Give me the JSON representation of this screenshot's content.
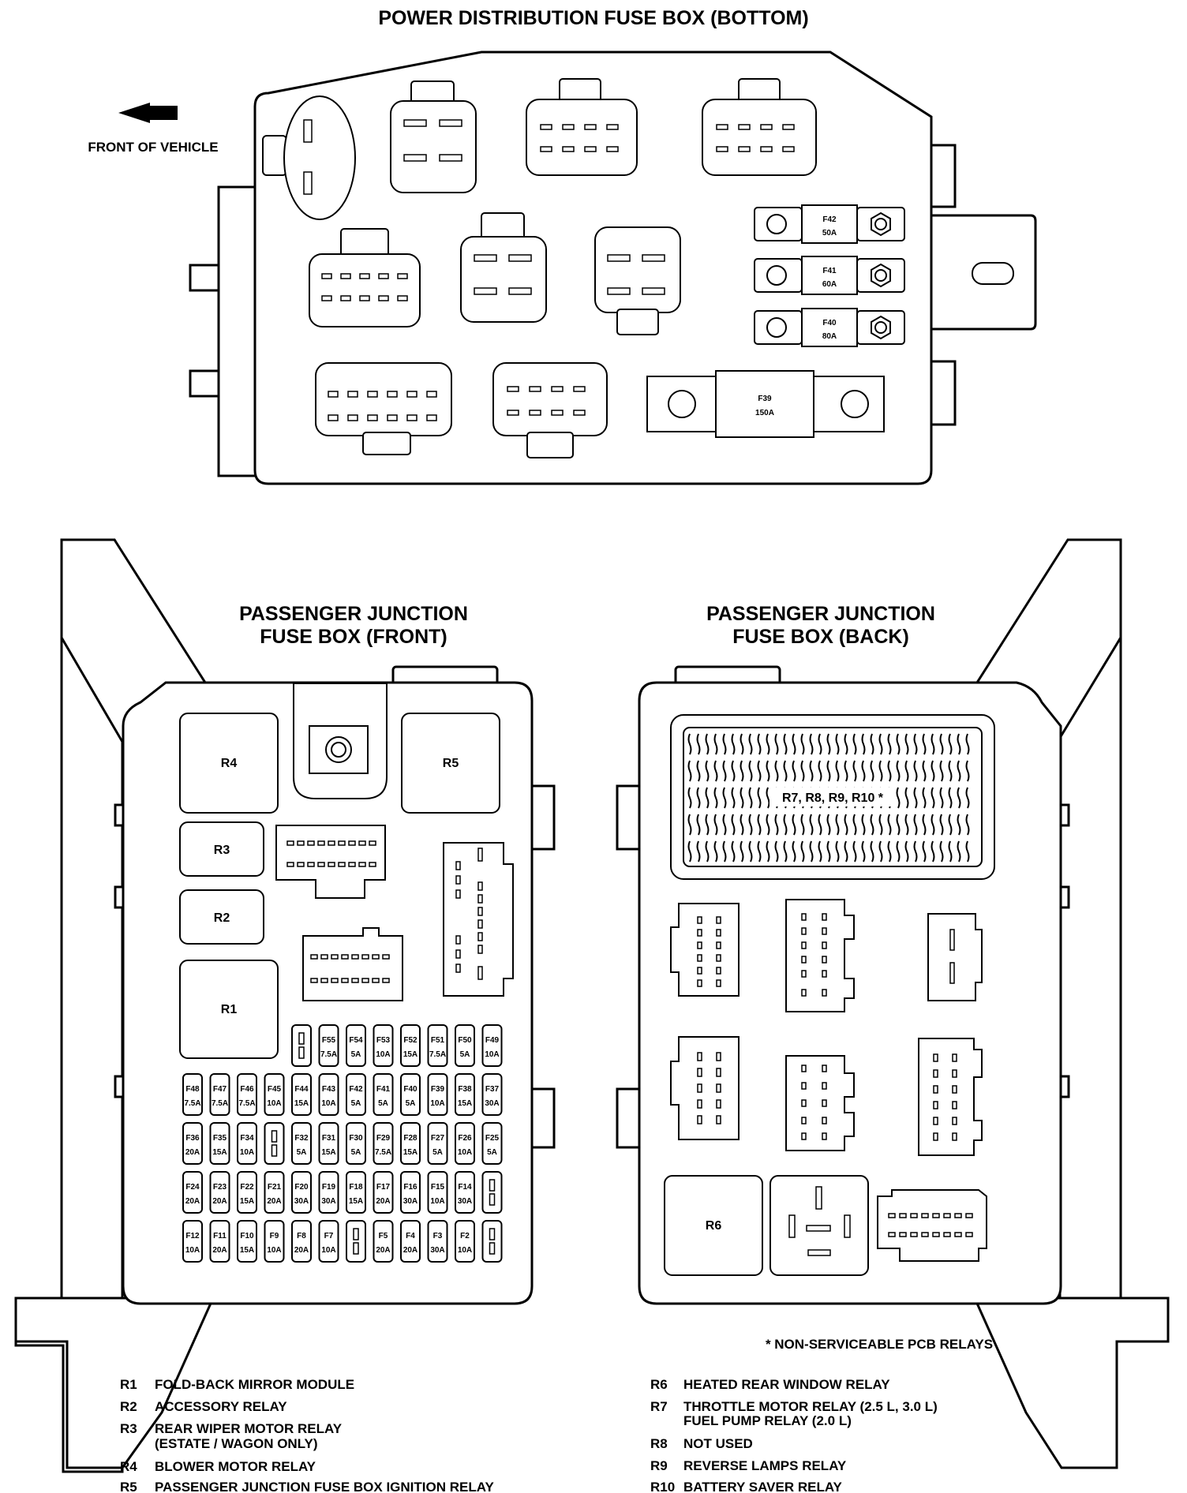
{
  "titles": {
    "pdfb": "POWER DISTRIBUTION FUSE BOX (BOTTOM)",
    "front_line1": "PASSENGER JUNCTION",
    "front_line2": "FUSE BOX (FRONT)",
    "back_line1": "PASSENGER JUNCTION",
    "back_line2": "FUSE BOX (BACK)"
  },
  "front_of_vehicle": "FRONT OF VEHICLE",
  "pdfb_fuses": [
    {
      "id": "F42",
      "amp": "50A"
    },
    {
      "id": "F41",
      "amp": "60A"
    },
    {
      "id": "F40",
      "amp": "80A"
    },
    {
      "id": "F39",
      "amp": "150A"
    }
  ],
  "front_relays": {
    "r1": "R1",
    "r2": "R2",
    "r3": "R3",
    "r4": "R4",
    "r5": "R5"
  },
  "back_relays": {
    "r6": "R6",
    "pcb": "R7, R8, R9, R10 *"
  },
  "front_fuse_rows": [
    [
      null,
      {
        "id": "F55",
        "amp": "7.5A"
      },
      {
        "id": "F54",
        "amp": "5A"
      },
      {
        "id": "F53",
        "amp": "10A"
      },
      {
        "id": "F52",
        "amp": "15A"
      },
      {
        "id": "F51",
        "amp": "7.5A"
      },
      {
        "id": "F50",
        "amp": "5A"
      },
      {
        "id": "F49",
        "amp": "10A"
      }
    ],
    [
      {
        "id": "F48",
        "amp": "7.5A"
      },
      {
        "id": "F47",
        "amp": "7.5A"
      },
      {
        "id": "F46",
        "amp": "7.5A"
      },
      {
        "id": "F45",
        "amp": "10A"
      },
      {
        "id": "F44",
        "amp": "15A"
      },
      {
        "id": "F43",
        "amp": "10A"
      },
      {
        "id": "F42",
        "amp": "5A"
      },
      {
        "id": "F41",
        "amp": "5A"
      },
      {
        "id": "F40",
        "amp": "5A"
      },
      {
        "id": "F39",
        "amp": "10A"
      },
      {
        "id": "F38",
        "amp": "15A"
      },
      {
        "id": "F37",
        "amp": "30A"
      }
    ],
    [
      {
        "id": "F36",
        "amp": "20A"
      },
      {
        "id": "F35",
        "amp": "15A"
      },
      {
        "id": "F34",
        "amp": "10A"
      },
      null,
      {
        "id": "F32",
        "amp": "5A"
      },
      {
        "id": "F31",
        "amp": "15A"
      },
      {
        "id": "F30",
        "amp": "5A"
      },
      {
        "id": "F29",
        "amp": "7.5A"
      },
      {
        "id": "F28",
        "amp": "15A"
      },
      {
        "id": "F27",
        "amp": "5A"
      },
      {
        "id": "F26",
        "amp": "10A"
      },
      {
        "id": "F25",
        "amp": "5A"
      }
    ],
    [
      {
        "id": "F24",
        "amp": "20A"
      },
      {
        "id": "F23",
        "amp": "20A"
      },
      {
        "id": "F22",
        "amp": "15A"
      },
      {
        "id": "F21",
        "amp": "20A"
      },
      {
        "id": "F20",
        "amp": "30A"
      },
      {
        "id": "F19",
        "amp": "30A"
      },
      {
        "id": "F18",
        "amp": "15A"
      },
      {
        "id": "F17",
        "amp": "20A"
      },
      {
        "id": "F16",
        "amp": "30A"
      },
      {
        "id": "F15",
        "amp": "10A"
      },
      {
        "id": "F14",
        "amp": "30A"
      },
      null
    ],
    [
      {
        "id": "F12",
        "amp": "10A"
      },
      {
        "id": "F11",
        "amp": "20A"
      },
      {
        "id": "F10",
        "amp": "15A"
      },
      {
        "id": "F9",
        "amp": "10A"
      },
      {
        "id": "F8",
        "amp": "20A"
      },
      {
        "id": "F7",
        "amp": "10A"
      },
      null,
      {
        "id": "F5",
        "amp": "20A"
      },
      {
        "id": "F4",
        "amp": "20A"
      },
      {
        "id": "F3",
        "amp": "30A"
      },
      {
        "id": "F2",
        "amp": "10A"
      },
      null
    ]
  ],
  "pcb_note": "* NON-SERVICEABLE PCB RELAYS",
  "legend_left": [
    {
      "code": "R1",
      "text": "FOLD-BACK MIRROR MODULE",
      "text2": ""
    },
    {
      "code": "R2",
      "text": "ACCESSORY RELAY",
      "text2": ""
    },
    {
      "code": "R3",
      "text": "REAR WIPER MOTOR RELAY",
      "text2": "(ESTATE / WAGON ONLY)"
    },
    {
      "code": "R4",
      "text": "BLOWER MOTOR RELAY",
      "text2": ""
    },
    {
      "code": "R5",
      "text": "PASSENGER JUNCTION FUSE BOX IGNITION RELAY",
      "text2": ""
    }
  ],
  "legend_right": [
    {
      "code": "R6",
      "text": "HEATED REAR WINDOW RELAY",
      "text2": ""
    },
    {
      "code": "R7",
      "text": "THROTTLE MOTOR RELAY (2.5 L, 3.0 L)",
      "text2": "FUEL PUMP RELAY (2.0 L)"
    },
    {
      "code": "R8",
      "text": "NOT USED",
      "text2": ""
    },
    {
      "code": "R9",
      "text": "REVERSE LAMPS RELAY",
      "text2": ""
    },
    {
      "code": "R10",
      "text": "BATTERY SAVER RELAY",
      "text2": ""
    }
  ]
}
